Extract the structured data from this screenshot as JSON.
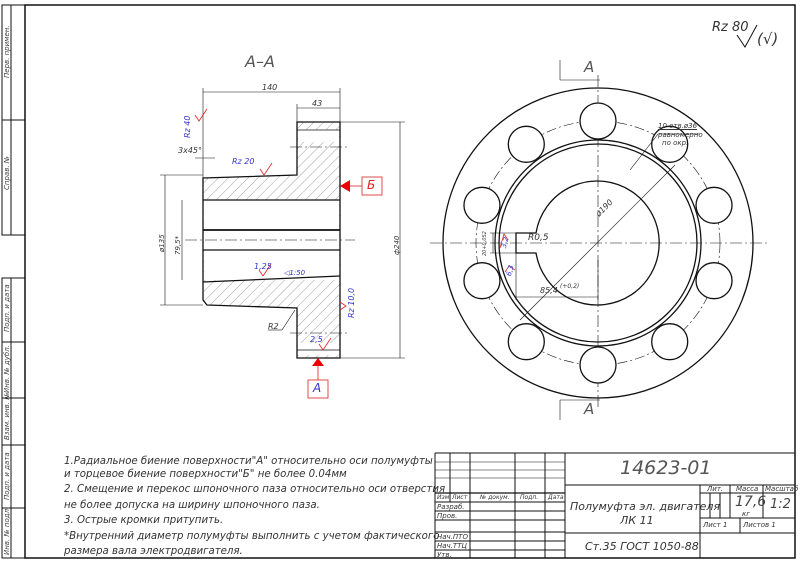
{
  "section": {
    "title": "А–А",
    "dim_140": "140",
    "dim_43": "43",
    "chamfer": "3x45°",
    "rz40": "Rz 40",
    "rz20": "Rz 20",
    "rz10": "Rz 10,0",
    "r125": "1,25",
    "taper": "◁1:50",
    "r25": "2,5",
    "d135": "ø135",
    "d795": "79,5*",
    "d240": "ф240",
    "r2": "R2",
    "base_a": "А",
    "base_b": "Б"
  },
  "view": {
    "section_mark_top": "А",
    "section_mark_bottom": "А",
    "holes_note_1": "10 отв.ø36",
    "holes_note_2": "равномерно",
    "holes_note_3": "по окр.",
    "d190": "ø190",
    "r05": "R0,5",
    "key_width": "20+0,052",
    "r32": "3,2",
    "r63": "6,3",
    "key_depth": "85,4",
    "key_tol": "(+0,2)"
  },
  "roughness": {
    "general": "Rz 80",
    "paren": "(√)"
  },
  "notes": [
    "1.Радиальное биение поверхности\"А\" относительно оси полумуфты",
    "и торцевое биение поверхности\"Б\" не более 0.04мм",
    "2. Смещение и перекос шпоночного паза относительно оси отверстия",
    "не более допуска на ширину шпоночного паза.",
    "3. Острые кромки притупить.",
    "*Внутренний диаметр полумуфты выполнить с учетом фактического",
    " размера вала электродвигателя."
  ],
  "title_block": {
    "doc_number": "14623-01",
    "name_1": "Полумуфта эл. двигателя",
    "name_2": "ЛК 11",
    "material": "Ст.35 ГОСТ 1050-88",
    "lit": "Лит.",
    "mass_label": "Масса",
    "scale_label": "Масштаб",
    "mass": "17,6",
    "mass_unit": "кг",
    "scale": "1:2",
    "sheet": "Лист 1",
    "sheets": "Листов 1",
    "col_izm": "Изм",
    "col_list": "Лист",
    "col_doc": "№ докум.",
    "col_sign": "Подп.",
    "col_date": "Дата",
    "row_razrab": "Разраб.",
    "row_prov": "Пров.",
    "row_nach_pto": "Нач.ПТО",
    "row_nach_ttc": "Нач.ТТЦ",
    "row_utv": "Утв."
  },
  "side_stamps": [
    "Перв. примен.",
    "Справ. №",
    "Подп. и дата",
    "Инв. № дубл.",
    "Взам. инв. №",
    "Подп. и дата",
    "Инв. № подл."
  ]
}
